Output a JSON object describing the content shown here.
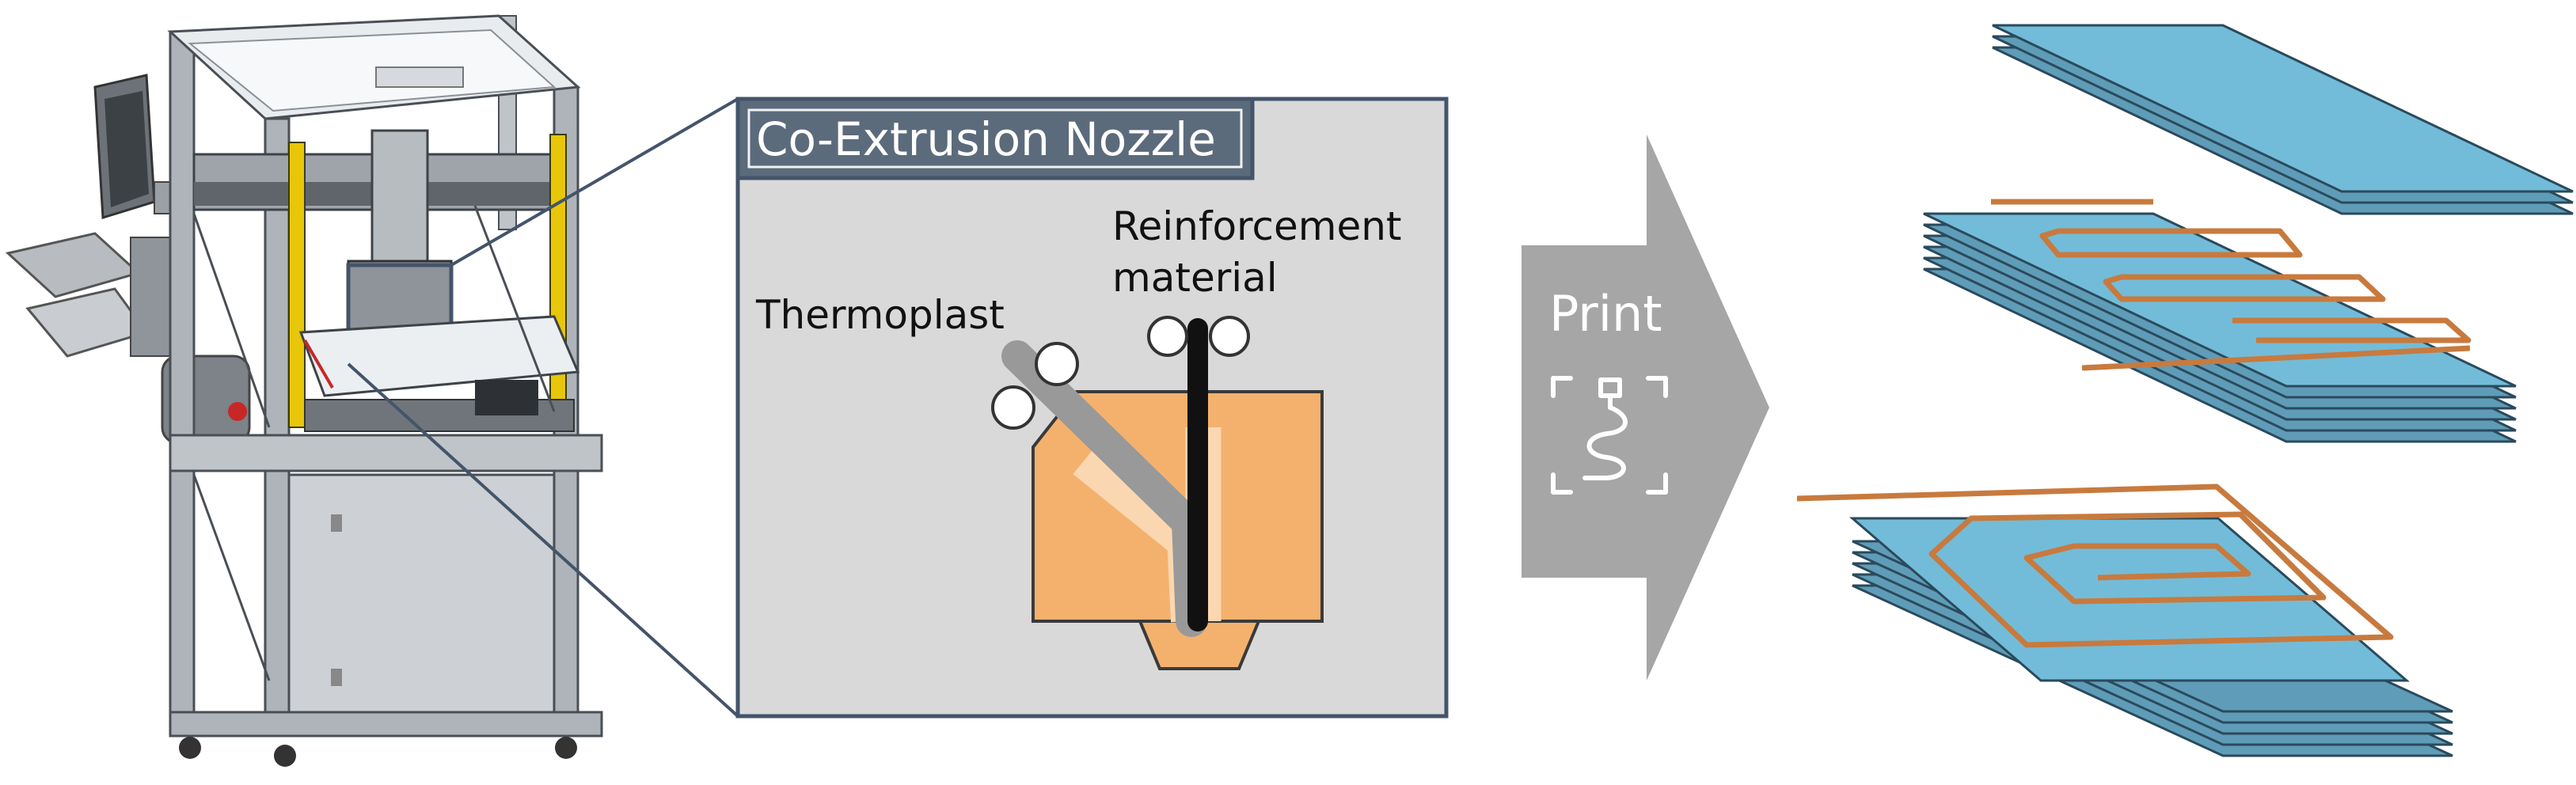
{
  "nozzle_panel": {
    "title": "Co-Extrusion Nozzle",
    "thermoplast_label": "Thermoplast",
    "reinforcement_label_line1": "Reinforcement",
    "reinforcement_label_line2": "material"
  },
  "arrow": {
    "label": "Print",
    "icon": "3d-printer-icon"
  },
  "colors": {
    "panel_bg": "#d9d9d9",
    "panel_border": "#44546a",
    "title_bg": "#5b6b7c",
    "nozzle_body": "#f4b16e",
    "thermoplast_channel": "#999999",
    "reinforcement_channel": "#111111",
    "arrow_gray": "#a6a6a6",
    "plate_blue": "#6fb8d8",
    "copper_wire": "#c87a3e"
  }
}
